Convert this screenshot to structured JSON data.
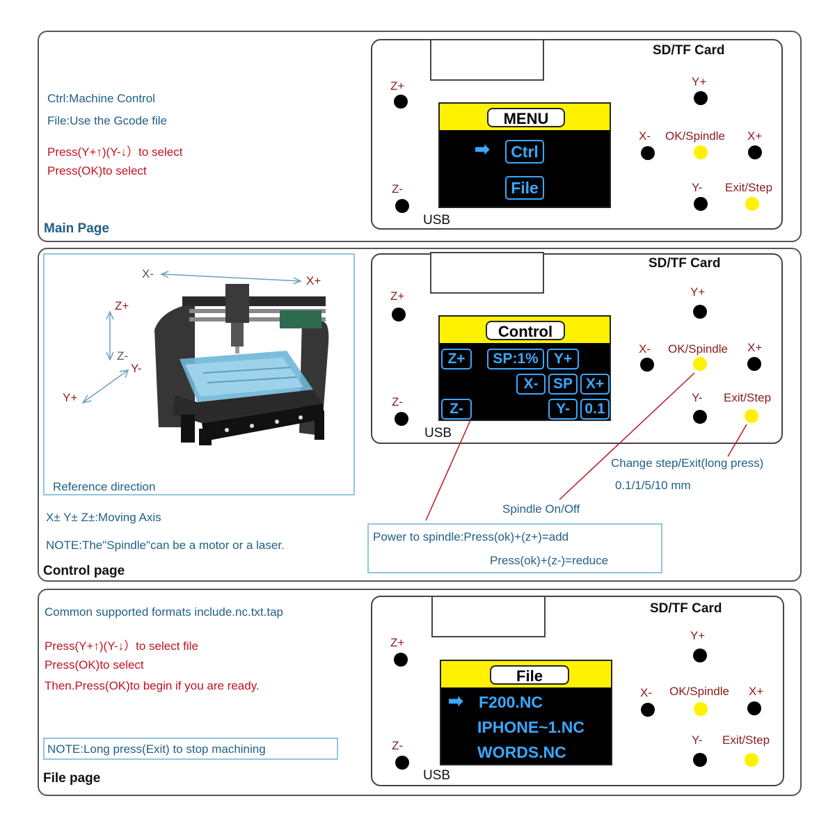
{
  "labels": {
    "sd_card": "SD/TF Card",
    "usb": "USB",
    "z_plus": "Z+",
    "z_minus": "Z-",
    "y_plus": "Y+",
    "y_minus": "Y-",
    "x_plus": "X+",
    "x_minus": "X-",
    "ok_spindle": "OK/Spindle",
    "exit_step": "Exit/Step"
  },
  "main_page": {
    "title": "Main Page",
    "lines_blue": [
      "Ctrl:Machine Control",
      "File:Use the Gcode file"
    ],
    "lines_red": [
      "Press(Y+↑)(Y-↓）to select",
      "Press(OK)to select"
    ],
    "lcd_title": "MENU",
    "menu_items": [
      "Ctrl",
      "File"
    ],
    "cursor": "➡"
  },
  "control_page": {
    "title": "Control page",
    "reference_label": "Reference direction",
    "axes": {
      "x_minus": "X-",
      "x_plus": "X+",
      "z_plus": "Z+",
      "z_minus": "Z-",
      "y_minus": "Y-",
      "y_plus": "Y+"
    },
    "moving_axis": "X± Y± Z±:Moving Axis",
    "note": "NOTE:The\"Spindle\"can be a motor or a laser.",
    "lcd_title": "Control",
    "keys": {
      "zp": "Z+",
      "sp": "SP:1%",
      "yp": "Y+",
      "xm": "X-",
      "spk": "SP",
      "xp": "X+",
      "zm": "Z-",
      "ym": "Y-",
      "step": "0.1"
    },
    "callout_step": "Change step/Exit(long press)",
    "callout_step_values": "0.1/1/5/10 mm",
    "callout_spindle": "Spindle On/Off",
    "power_line1": "Power to spindle:Press(ok)+(z+)=add",
    "power_line2": "Press(ok)+(z-)=reduce"
  },
  "file_page": {
    "title": "File page",
    "formats": "Common supported formats include.nc.txt.tap",
    "lines_red": [
      "Press(Y+↑)(Y-↓）to select file",
      "Press(OK)to select",
      "Then.Press(OK)to begin if you are ready."
    ],
    "note": "NOTE:Long press(Exit) to stop machining",
    "lcd_title": "File",
    "files": [
      "F200.NC",
      "IPHONE~1.NC",
      "WORDS.NC"
    ],
    "cursor": "➡"
  },
  "colors": {
    "lcd_yellow": "#fff200",
    "lcd_text": "#3aa8ff",
    "button_yellow": "#fff200",
    "label_red": "#8b1a1a",
    "text_blue": "#1f5f86"
  }
}
